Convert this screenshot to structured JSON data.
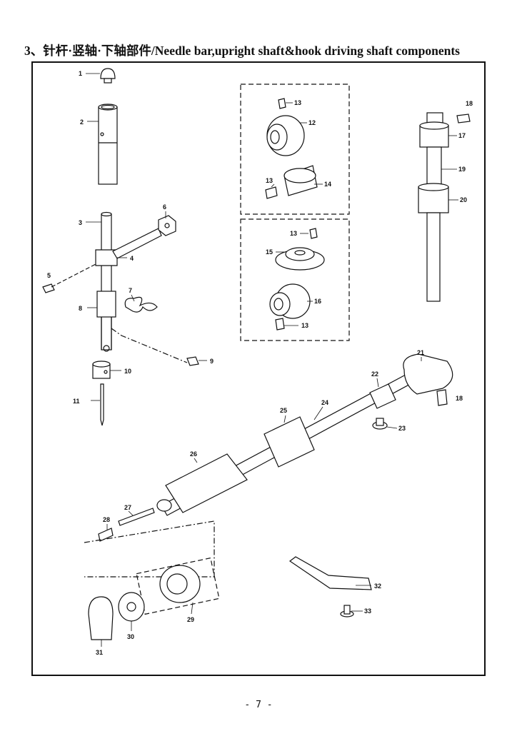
{
  "title": "3、针杆·竖轴·下轴部件/Needle bar,upright shaft&hook driving shaft components",
  "footer": "- 7 -",
  "callouts": [
    "1",
    "2",
    "3",
    "4",
    "5",
    "6",
    "7",
    "8",
    "9",
    "10",
    "11",
    "12",
    "13",
    "13",
    "13",
    "13",
    "14",
    "15",
    "16",
    "17",
    "18",
    "18",
    "19",
    "20",
    "21",
    "22",
    "23",
    "24",
    "25",
    "26",
    "27",
    "28",
    "29",
    "30",
    "31",
    "32",
    "33"
  ]
}
